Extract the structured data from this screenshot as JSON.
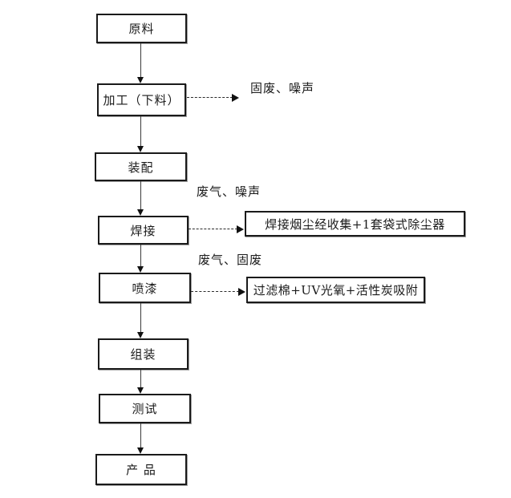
{
  "flowchart": {
    "nodes": [
      {
        "id": "raw-material",
        "label": "原料"
      },
      {
        "id": "processing-cutting",
        "label": "加工（下料）"
      },
      {
        "id": "assembly",
        "label": "装配"
      },
      {
        "id": "welding",
        "label": "焊接"
      },
      {
        "id": "spray-painting",
        "label": "喷漆"
      },
      {
        "id": "final-assembly",
        "label": "组装"
      },
      {
        "id": "testing",
        "label": "测试"
      },
      {
        "id": "product",
        "label": "产 品"
      }
    ],
    "emissions": [
      {
        "id": "solid-waste-noise",
        "label": "固废、噪声"
      },
      {
        "id": "waste-gas-noise",
        "label": "废气、噪声"
      },
      {
        "id": "waste-gas-solid-waste",
        "label": "废气、固废"
      }
    ],
    "treatments": [
      {
        "id": "welding-dust-collection",
        "label": "焊接烟尘经收集+1套袋式除尘器"
      },
      {
        "id": "paint-exhaust-treatment",
        "label": "过滤棉+UV光氧+活性炭吸附"
      }
    ],
    "colors": {
      "border": "#1a1a1a",
      "line": "#3a3a3a",
      "text": "#1a1a1a",
      "background": "#ffffff"
    }
  }
}
